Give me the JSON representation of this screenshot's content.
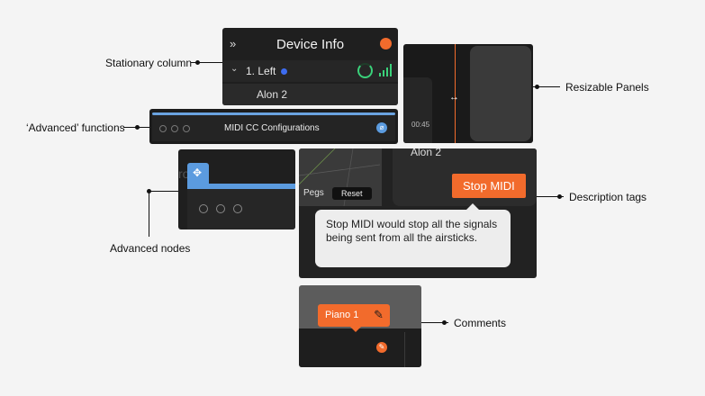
{
  "annotations": {
    "stationary_column": "Stationary column",
    "advanced_functions": "‘Advanced’ functions",
    "advanced_nodes": "Advanced nodes",
    "resizable_panels": "Resizable Panels",
    "description_tags": "Description tags",
    "comments": "Comments"
  },
  "device_info": {
    "title": "Device Info",
    "row1_label": "1. Left",
    "row2_label": "Alon 2",
    "accent_color": "#f26b2c",
    "status_color": "#3ad17a",
    "dot_color": "#3d6cf0"
  },
  "midi": {
    "title": "MIDI CC Configurations"
  },
  "resize": {
    "time": "00:45"
  },
  "nodes": {
    "partial_text": "ro"
  },
  "description": {
    "header_label": "Alon 2",
    "pegs_label": "Pegs",
    "reset_label": "Reset",
    "stop_button": "Stop MIDI",
    "tooltip": "Stop MIDI would stop all the signals being sent from all the airsticks."
  },
  "comments": {
    "tag_label": "Piano 1"
  },
  "colors": {
    "orange": "#f26b2c",
    "blue": "#5b9bdf"
  }
}
